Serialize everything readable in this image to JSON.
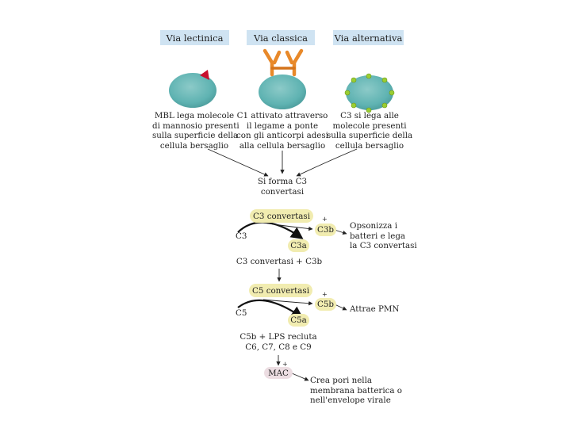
{
  "headers": {
    "lectin": "Via lectinica",
    "classic": "Via classica",
    "alternative": "Via alternativa"
  },
  "descriptions": {
    "lectin": [
      "MBL lega molecole",
      "di mannosio presenti",
      "sulla superficie della",
      "cellula bersaglio"
    ],
    "classic": [
      "C1 attivato attraverso",
      "il legame a ponte",
      "con gli anticorpi adesi",
      "alla cellula bersaglio"
    ],
    "alternative": [
      "C3 si lega alle",
      "molecole presenti",
      "sulla superficie della",
      "cellula bersaglio"
    ]
  },
  "c3_forms": [
    "Si forma C3",
    "convertasi"
  ],
  "step1": {
    "enzyme": "C3 convertasi",
    "substrate": "C3",
    "product_b": "C3b",
    "product_a": "C3a",
    "plus": "+",
    "effect": [
      "Opsonizza i",
      "batteri e lega",
      "la C3 convertasi"
    ]
  },
  "step1_result": "C3 convertasi + C3b",
  "step2": {
    "enzyme": "C5 convertasi",
    "substrate": "C5",
    "product_b": "C5b",
    "product_a": "C5a",
    "plus": "+",
    "effect": "Attrae PMN"
  },
  "step2_result": [
    "C5b + LPS recluta",
    "C6, C7, C8 e C9"
  ],
  "step3": {
    "complex": "MAC",
    "plus": "+",
    "effect": [
      "Crea pori nella",
      "membrana batterica o",
      "nell'envelope virale"
    ]
  },
  "colors": {
    "header_bg": "#cfe3f2",
    "cell": "#5fb3b2",
    "mbl": "#c8102e",
    "antibody": "#e8892a",
    "c3_dots": "#9acd32",
    "enzyme_bg": "#f1ecb0",
    "mac_bg": "#ecdde2"
  }
}
